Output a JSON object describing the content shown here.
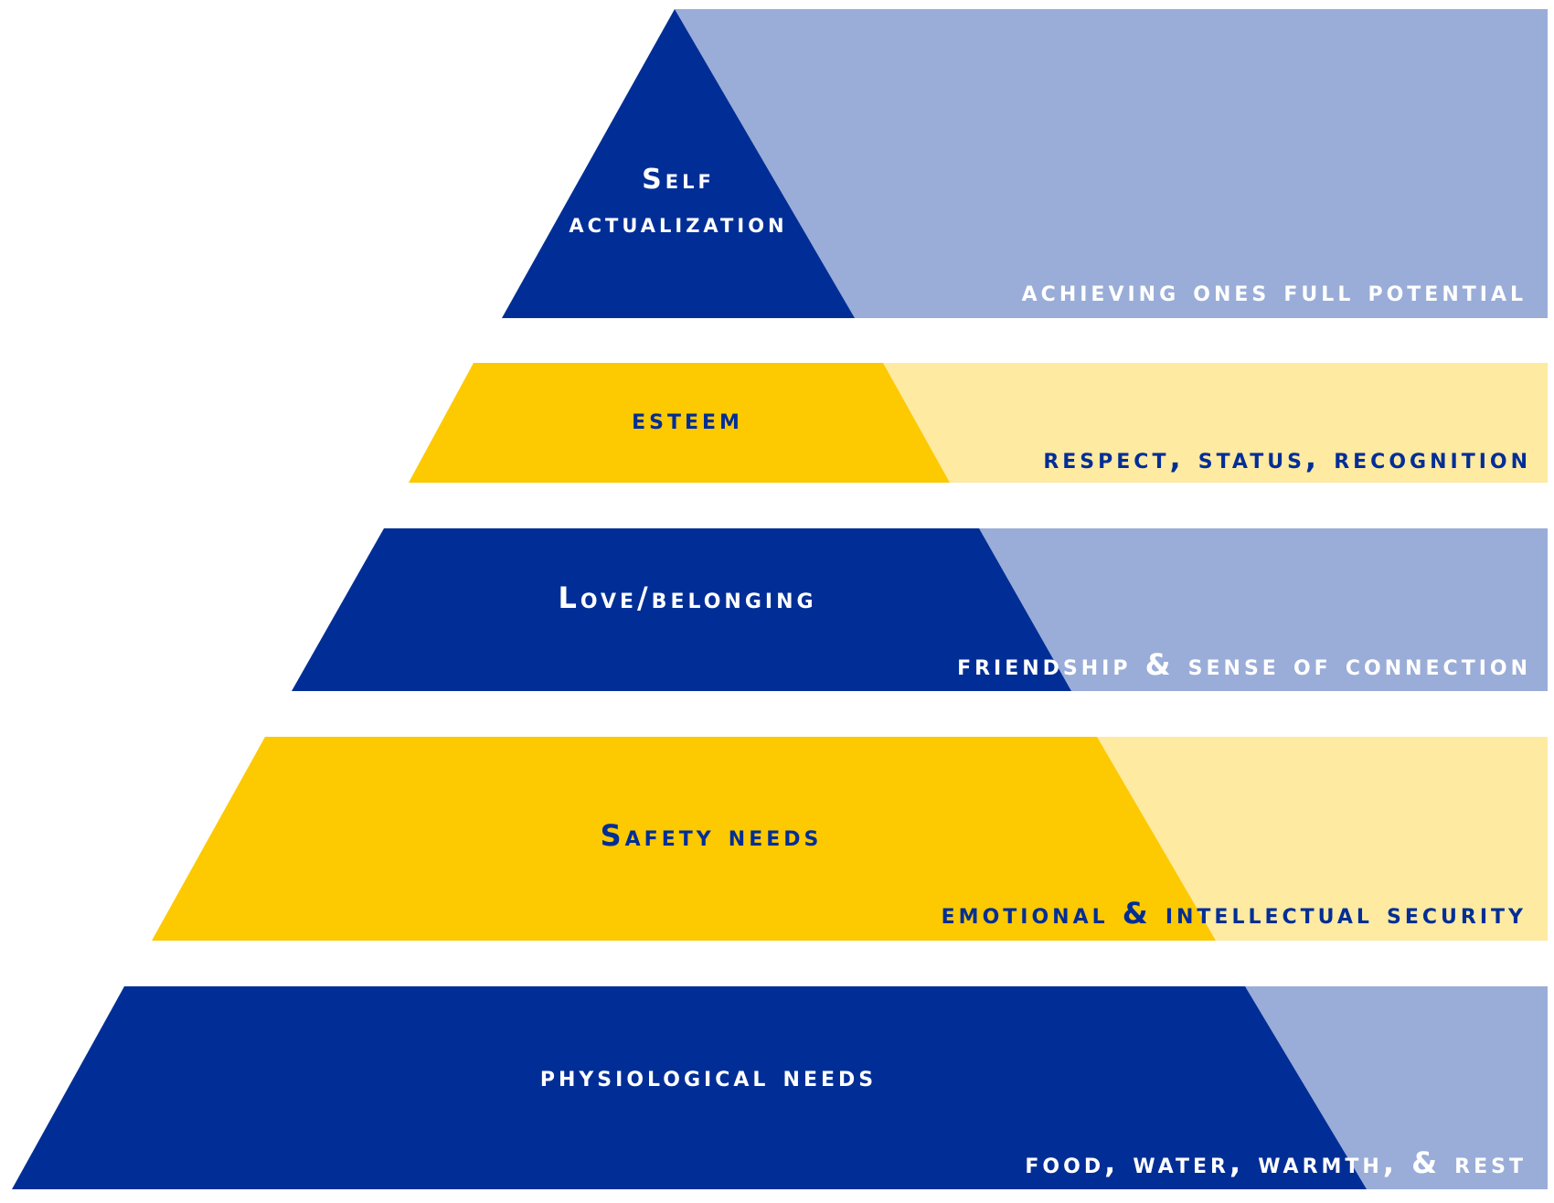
{
  "colors": {
    "navy": "#012e96",
    "navy_light": "#9aadd8",
    "gold": "#fdc901",
    "gold_light": "#feeaa1"
  },
  "levels": [
    {
      "id": "self-actualization",
      "title_line1": "Self",
      "title_line2": "actualization",
      "description": "achieving ones full potential",
      "theme": "navy"
    },
    {
      "id": "esteem",
      "title": "esteem",
      "description": "respect, status, recognition",
      "theme": "gold"
    },
    {
      "id": "love-belonging",
      "title": "Love/belonging",
      "description": "friendship & sense of connection",
      "theme": "navy"
    },
    {
      "id": "safety-needs",
      "title": "Safety needs",
      "description": "emotional & intellectual security",
      "theme": "gold"
    },
    {
      "id": "physiological-needs",
      "title": "physiological needs",
      "description": "food, water, warmth, & rest",
      "theme": "navy"
    }
  ]
}
